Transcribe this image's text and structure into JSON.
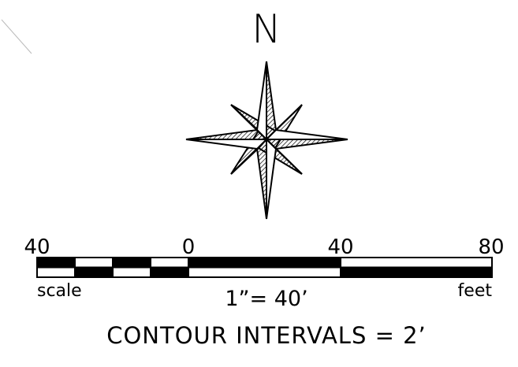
{
  "compass": {
    "north_label": "N"
  },
  "scale_bar": {
    "tick_labels": [
      "40",
      "0",
      "40",
      "80"
    ],
    "left_label": "scale",
    "right_label": "feet",
    "ratio_label": "1”= 40’"
  },
  "contour_note": "CONTOUR INTERVALS = 2’",
  "colors": {
    "ink": "#000000",
    "paper": "#ffffff"
  }
}
